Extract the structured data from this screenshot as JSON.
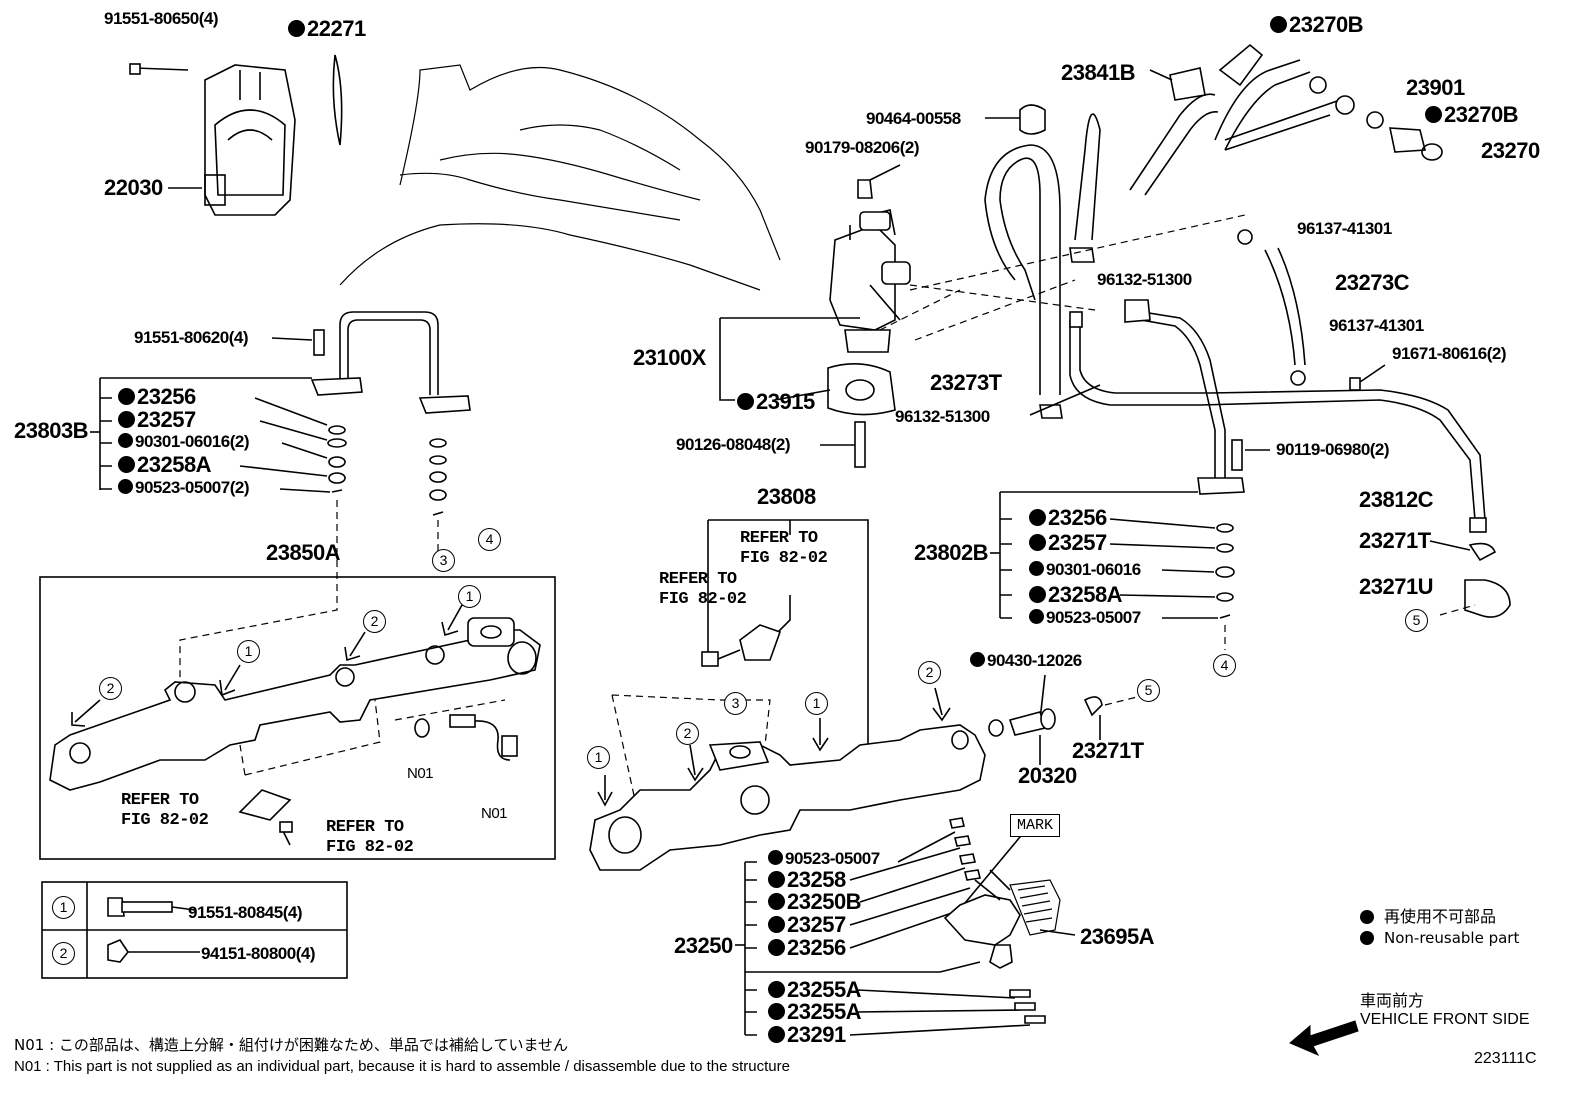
{
  "callouts": {
    "c91551_80650": "91551-80650(4)",
    "c22271": "22271",
    "c22030": "22030",
    "c91551_80620": "91551-80620(4)",
    "c23803B": "23803B",
    "c23256_l": "23256",
    "c23257_l": "23257",
    "c90301_06016_2": "90301-06016(2)",
    "c23258A_l": "23258A",
    "c90523_05007_2": "90523-05007(2)",
    "c23850A": "23850A",
    "refer_fig_a": "REFER TO",
    "refer_fig_a2": "FIG 82-02",
    "refer_fig_b": "REFER TO",
    "refer_fig_b2": "FIG 82-02",
    "n01_a": "N01",
    "n01_b": "N01",
    "c91551_80845": "91551-80845(4)",
    "c94151_80800": "94151-80800(4)",
    "c90464_00558": "90464-00558",
    "c90179_08206": "90179-08206(2)",
    "c23100X": "23100X",
    "c23915": "23915",
    "c90126_08048": "90126-08048(2)",
    "c23808": "23808",
    "refer_fig_c": "REFER TO",
    "refer_fig_c2": "FIG 82-02",
    "refer_fig_d": "REFER TO",
    "refer_fig_d2": "FIG 82-02",
    "c23841B": "23841B",
    "c23270B_top": "23270B",
    "c23901": "23901",
    "c23270B_r": "23270B",
    "c23270": "23270",
    "c96137_41301_a": "96137-41301",
    "c96132_51300_a": "96132-51300",
    "c23273C": "23273C",
    "c96137_41301_b": "96137-41301",
    "c91671_80616": "91671-80616(2)",
    "c23273T": "23273T",
    "c96132_51300_b": "96132-51300",
    "c90119_06980": "90119-06980(2)",
    "c23812C": "23812C",
    "c23802B": "23802B",
    "c23256_r": "23256",
    "c23257_r": "23257",
    "c90301_06016": "90301-06016",
    "c23258A_r": "23258A",
    "c90523_05007_r": "90523-05007",
    "c23271T_r": "23271T",
    "c23271U": "23271U",
    "c90430_12026": "90430-12026",
    "c23271T_m": "23271T",
    "c20320": "20320",
    "mark": "MARK",
    "c90523_05007_b": "90523-05007",
    "c23258": "23258",
    "c23250B": "23250B",
    "c23257_b": "23257",
    "c23256_b": "23256",
    "c23250": "23250",
    "c23695A": "23695A",
    "c23255A_1": "23255A",
    "c23255A_2": "23255A",
    "c23291": "23291"
  },
  "circled_refs": {
    "r1": "1",
    "r2": "2",
    "r3": "3",
    "r4": "4",
    "r5": "5"
  },
  "legend": {
    "jp": "再使用不可部品",
    "en": "Non-reusable part"
  },
  "direction": {
    "jp": "車両前方",
    "en": "VEHICLE FRONT SIDE"
  },
  "notes": {
    "jp": "N01 : この部品は、構造上分解・組付けが困難なため、単品では補給していません",
    "en": "N01 : This part is not supplied as an individual part, because it is hard to assemble / disassemble due to the structure"
  },
  "figure_id": "223111C"
}
